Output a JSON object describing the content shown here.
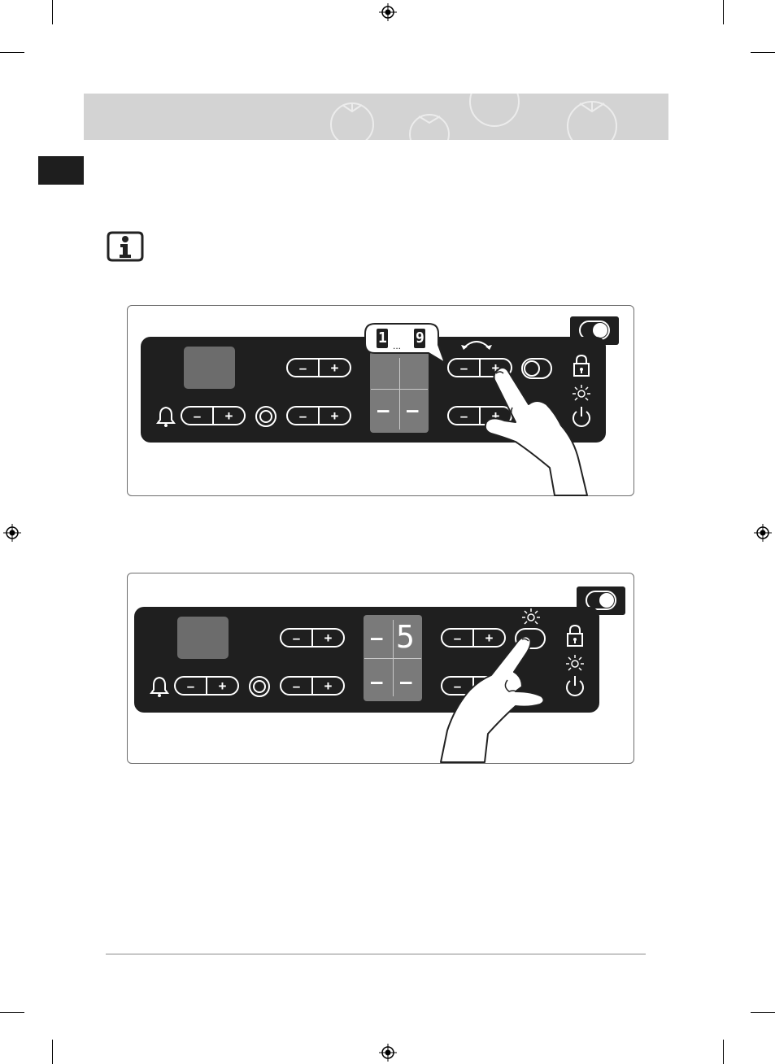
{
  "page": {
    "background": "#ffffff",
    "header_band_color": "#d3d3d3",
    "lang_tab_color": "#1e1e1e"
  },
  "info_icon": {
    "icon": "info-icon"
  },
  "figure1": {
    "bubble": {
      "from": "1",
      "ellipsis": "...",
      "to": "9"
    },
    "display_digits": {
      "bottom_left": "–",
      "bottom_right": "–"
    },
    "buttons": {
      "minus": "–",
      "plus": "+"
    },
    "icons": [
      "bell-icon",
      "ring-icon",
      "lock-icon",
      "power-icon",
      "light-icon",
      "toggle-icon",
      "rotate-arrow-icon",
      "hand-pointer-icon"
    ]
  },
  "figure2": {
    "display_digits": {
      "top_left": "–",
      "top_right": "5",
      "bottom_left": "–",
      "bottom_right": "–"
    },
    "buttons": {
      "minus": "–",
      "plus": "+"
    },
    "icons": [
      "bell-icon",
      "ring-icon",
      "lock-icon",
      "power-icon",
      "light-icon",
      "toggle-icon",
      "hand-pointer-icon"
    ]
  }
}
